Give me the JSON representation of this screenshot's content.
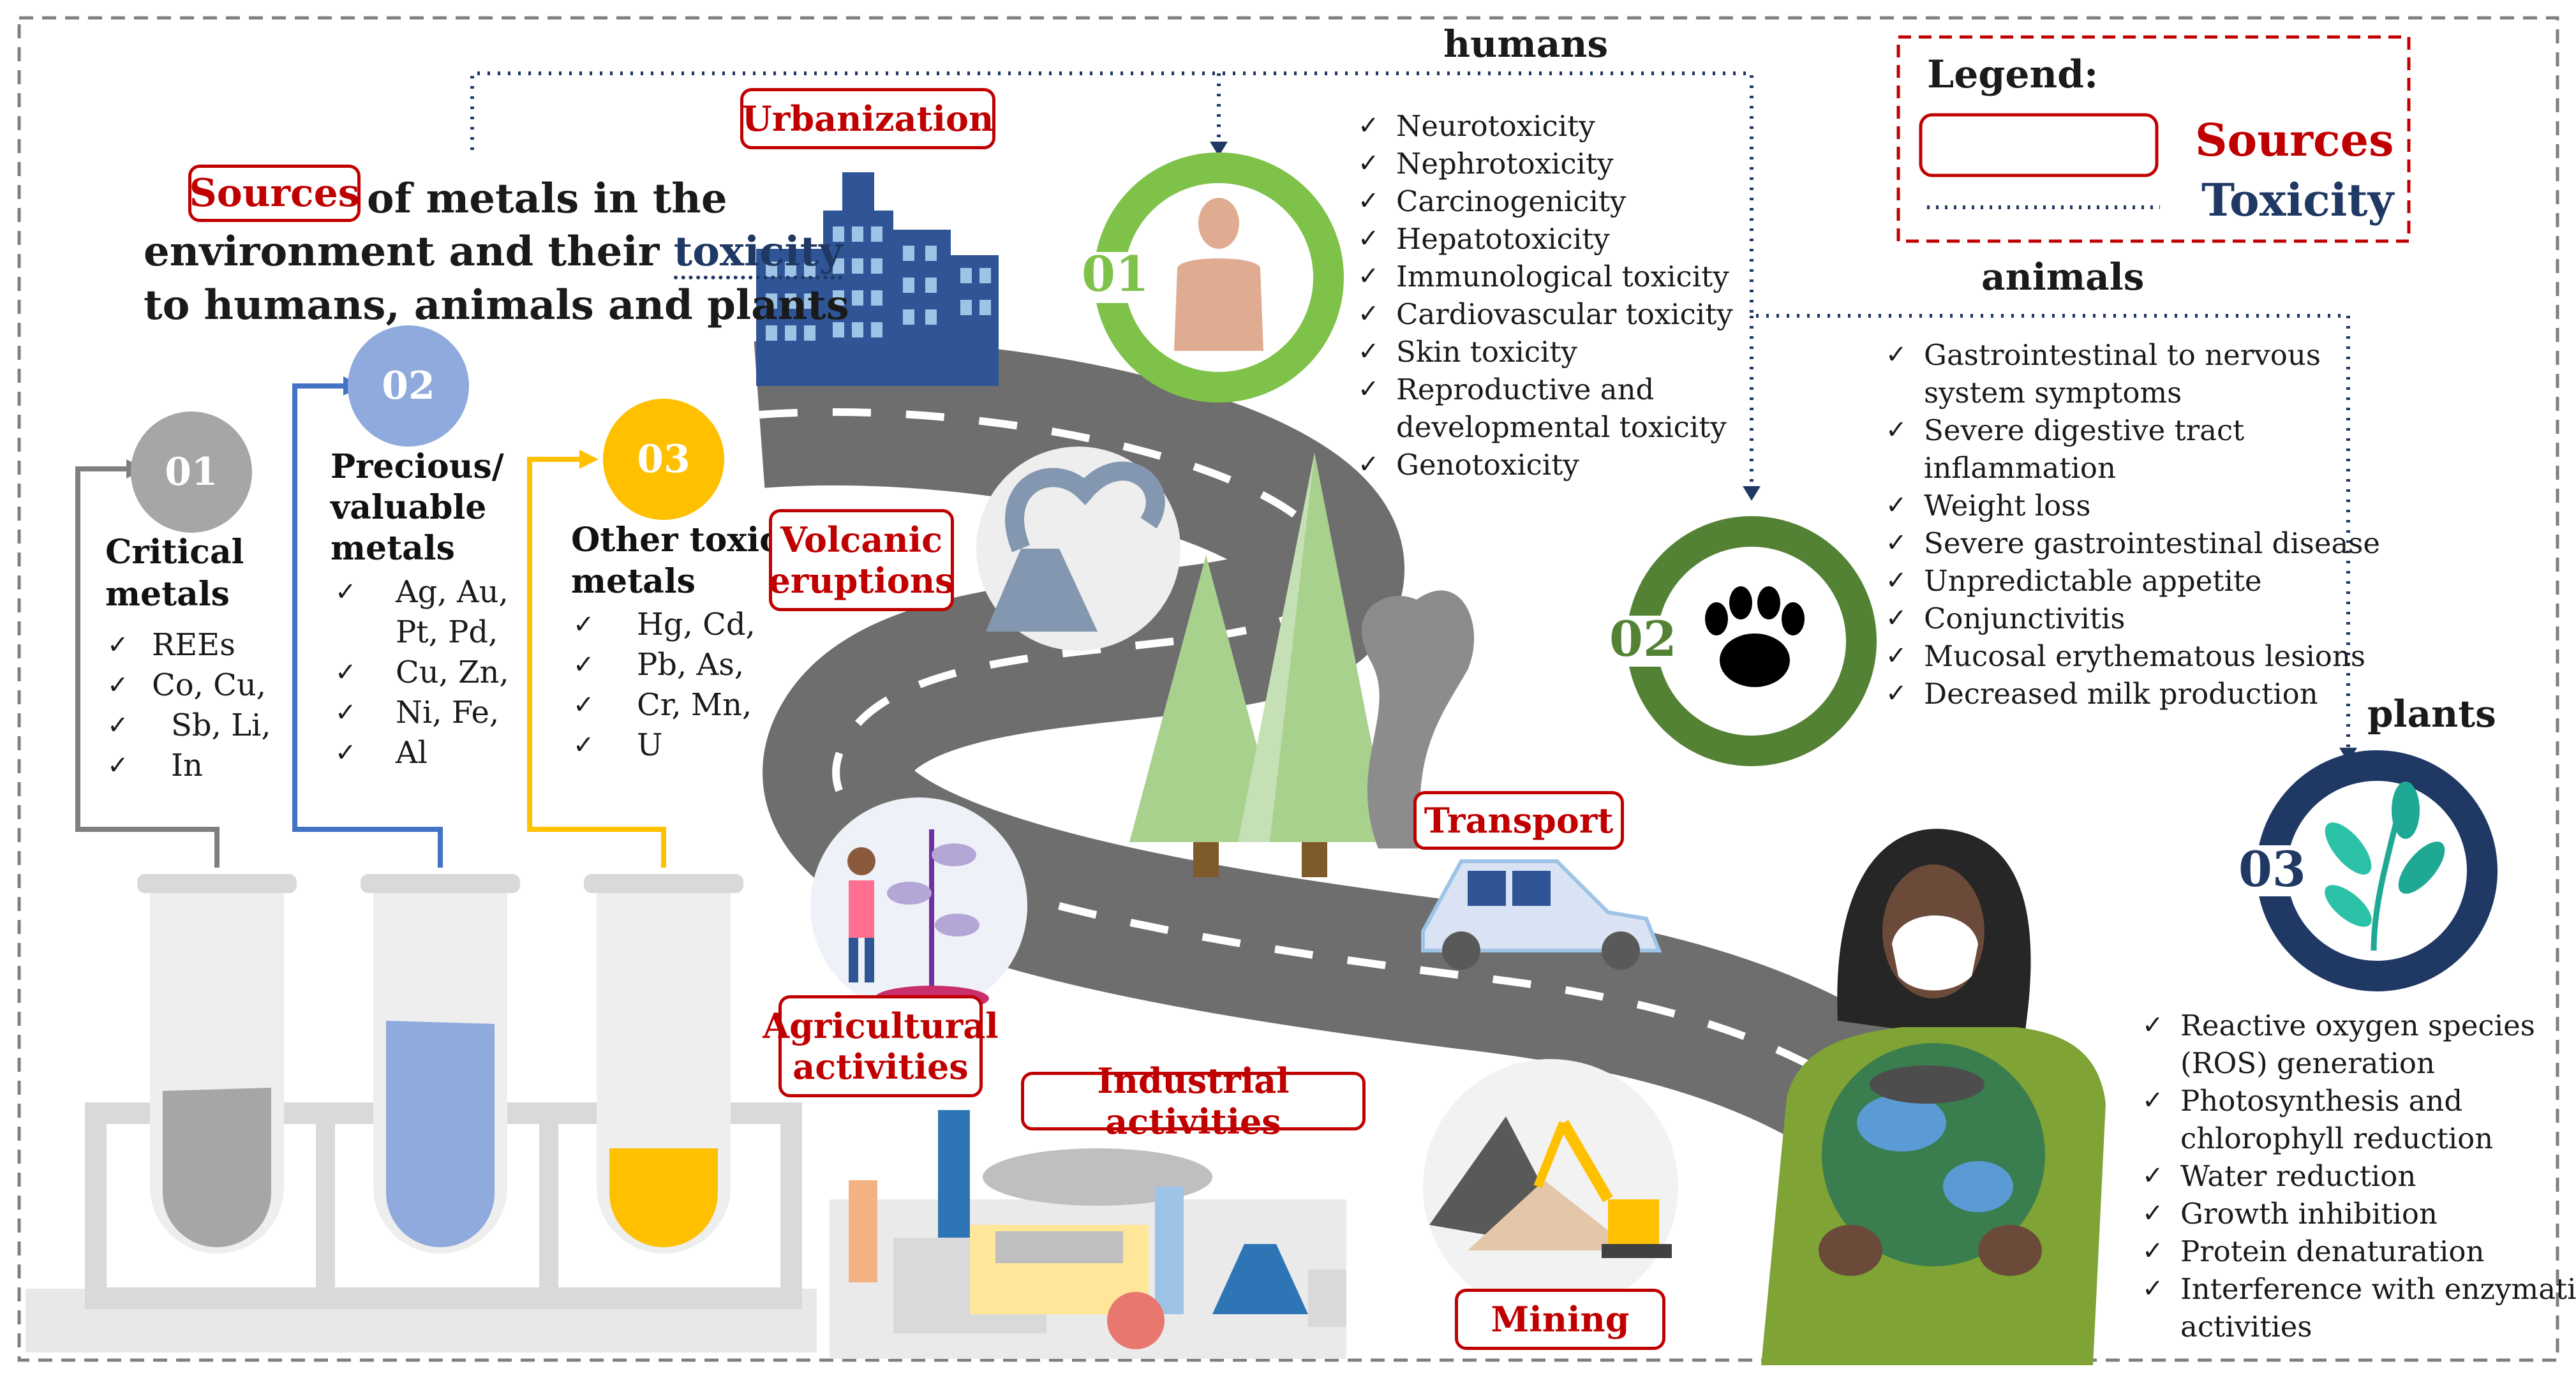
{
  "title": {
    "sources_word": "Sources",
    "line1_rest": "of metals in the",
    "line2_prefix": "environment and their",
    "toxicity_word": "toxicity",
    "line3": "to humans, animals and plants"
  },
  "legend": {
    "title": "Legend:",
    "sources_label": "Sources",
    "toxicity_label": "Toxicity",
    "sources_color": "#c00000",
    "toxicity_color": "#1f3864"
  },
  "metal_groups": [
    {
      "number": "01",
      "label": "Critical metals",
      "line1": "Critical",
      "line2": "metals",
      "items": [
        "REEs",
        "Co, Cu,",
        "Sb, Li,",
        "In"
      ],
      "color": "#a6a6a6"
    },
    {
      "number": "02",
      "label": "Precious/valuable metals",
      "line1": "Precious/",
      "line2": "valuable",
      "line3": "metals",
      "items": [
        "Ag, Au,",
        "Pt, Pd,",
        "Cu, Zn,",
        "Ni, Fe,",
        "Al"
      ],
      "color": "#8faadc"
    },
    {
      "number": "03",
      "label": "Other toxic metals",
      "line1": "Other toxic",
      "line2": "metals",
      "items": [
        "Hg, Cd,",
        "Pb, As,",
        "Cr, Mn,",
        "U"
      ],
      "color": "#ffc000"
    }
  ],
  "sources": {
    "urbanization": "Urbanization",
    "volcanic1": "Volcanic",
    "volcanic2": "eruptions",
    "transport": "Transport",
    "agri1": "Agricultural",
    "agri2": "activities",
    "industrial": "Industrial activities",
    "mining": "Mining"
  },
  "targets": {
    "humans": {
      "heading": "humans",
      "number": "01",
      "color": "#7fc24a",
      "effects": [
        "Neurotoxicity",
        "Nephrotoxicity",
        "Carcinogenicity",
        "Hepatotoxicity",
        "Immunological toxicity",
        "Cardiovascular toxicity",
        "Skin toxicity",
        "Reproductive and",
        "developmental toxicity",
        "Genotoxicity"
      ]
    },
    "animals": {
      "heading": "animals",
      "number": "02",
      "color": "#548235",
      "effects": [
        "Gastrointestinal to nervous",
        "system symptoms",
        "Severe digestive tract",
        "inflammation",
        "Weight loss",
        "Severe gastrointestinal disease",
        "Unpredictable appetite",
        "Conjunctivitis",
        "Mucosal erythematous lesions",
        "Decreased milk production"
      ]
    },
    "plants": {
      "heading": "plants",
      "number": "03",
      "color": "#1f3864",
      "effects": [
        "Reactive oxygen species",
        "(ROS) generation",
        "Photosynthesis and",
        "chlorophyll reduction",
        "Water reduction",
        "Growth inhibition",
        "Protein denaturation",
        "Interference with enzymatic",
        "activities"
      ]
    }
  }
}
